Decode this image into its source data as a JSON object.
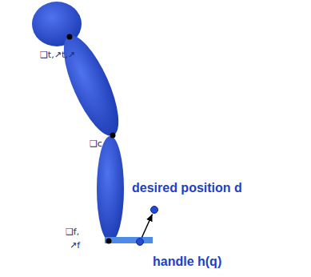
{
  "diagram": {
    "nodes": [
      {
        "text": [
          "desired position d"
        ]
      },
      {
        "text": [
          "handle h(q)"
        ]
      }
    ],
    "edges": [
      {
        "from": 1,
        "to": 0,
        "arrow": "to"
      }
    ],
    "labels": [
      "❑t,↗t,↗",
      "❑c",
      "❑f,",
      "↗f"
    ]
  }
}
